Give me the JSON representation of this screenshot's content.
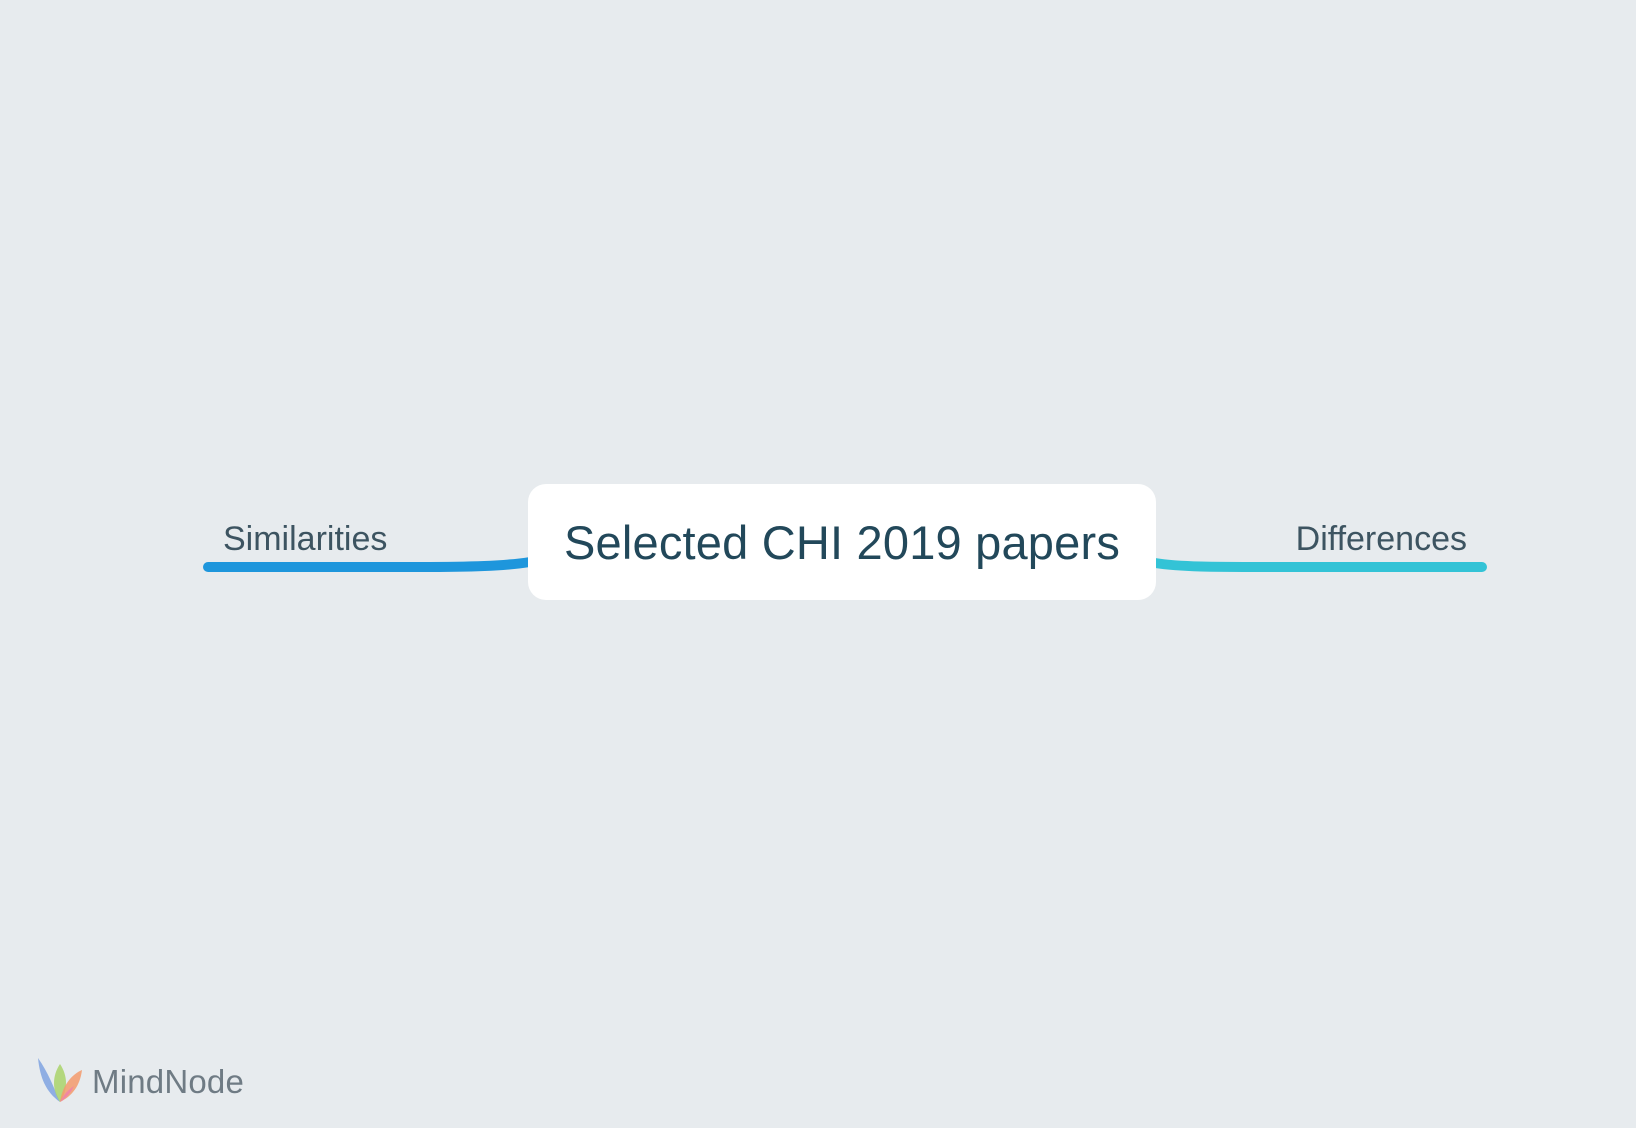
{
  "mindmap": {
    "root": {
      "label": "Selected CHI 2019 papers"
    },
    "branches": [
      {
        "label": "Similarities",
        "side": "left",
        "color": "#1e96dc"
      },
      {
        "label": "Differences",
        "side": "right",
        "color": "#33c3d6"
      }
    ]
  },
  "branding": {
    "app_name": "MindNode",
    "icon": "mindnode-leaf-icon"
  },
  "colors": {
    "background": "#e7ebee",
    "node_fill": "#ffffff",
    "root_text": "#22485a",
    "branch_text": "#3d5461"
  }
}
